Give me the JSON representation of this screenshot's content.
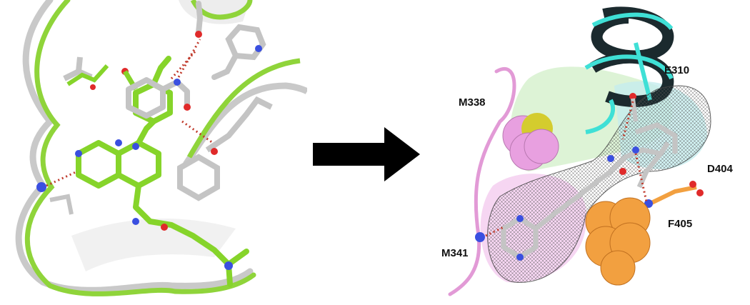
{
  "figure": {
    "left_panel": {
      "colors": {
        "ribbon_green": "#8fd43a",
        "ribbon_grey": "#c9c9c9",
        "carbon_green": "#86d42a",
        "carbon_grey": "#c4c4c4",
        "nitrogen": "#3a4fe0",
        "oxygen": "#e02a2a",
        "hbond": "#c0392b"
      }
    },
    "arrow": {
      "color": "#000000"
    },
    "right_panel": {
      "labels": {
        "e310": "E310",
        "m338": "M338",
        "d404": "D404",
        "f405": "F405",
        "m341": "M341"
      },
      "colors": {
        "helix_cyan": "#3fe0d6",
        "helix_dark": "#1b2a2e",
        "loop_pink": "#e29ad6",
        "sphere_pink": "#e8a0e0",
        "sphere_yellow": "#d4cc2e",
        "sphere_orange": "#f2a040",
        "surface_green": "#cfeec4",
        "surface_cyan": "#c6ecee",
        "surface_pink": "#f2c4ec"
      }
    }
  }
}
